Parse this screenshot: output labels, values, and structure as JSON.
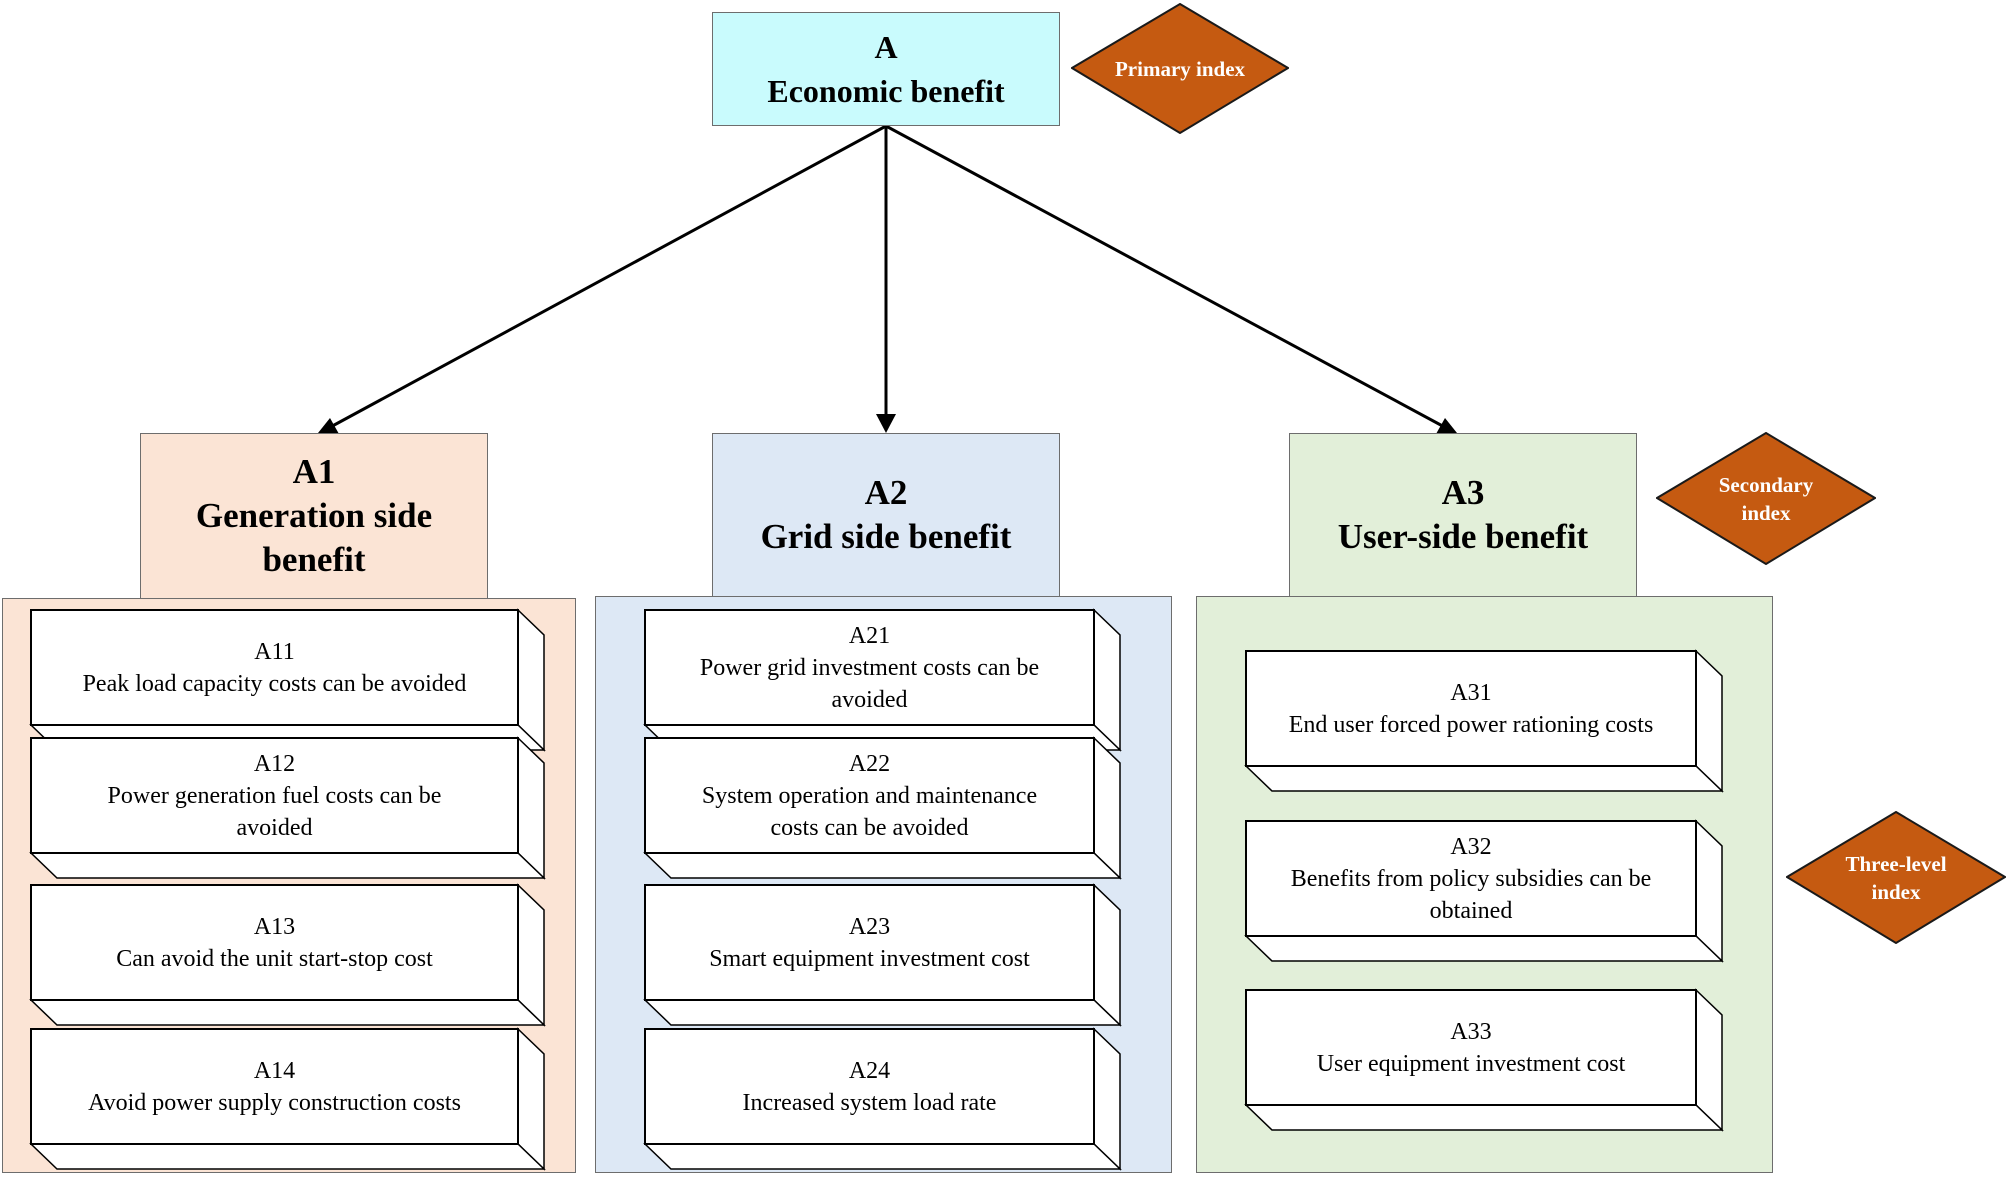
{
  "root": {
    "code": "A",
    "title": "Economic benefit"
  },
  "branches": [
    {
      "code": "A1",
      "title_lines": [
        "Generation side",
        "benefit"
      ],
      "color": "#fbe4d5",
      "items": [
        {
          "code": "A11",
          "lines": [
            "Peak load capacity costs can be avoided"
          ]
        },
        {
          "code": "A12",
          "lines": [
            "Power generation fuel costs can be",
            "avoided"
          ]
        },
        {
          "code": "A13",
          "lines": [
            "Can avoid the unit start-stop cost"
          ]
        },
        {
          "code": "A14",
          "lines": [
            "Avoid power supply construction costs"
          ]
        }
      ]
    },
    {
      "code": "A2",
      "title_lines": [
        "Grid side benefit"
      ],
      "color": "#dde8f5",
      "items": [
        {
          "code": "A21",
          "lines": [
            "Power grid investment costs can be",
            "avoided"
          ]
        },
        {
          "code": "A22",
          "lines": [
            "System operation and maintenance",
            "costs can be avoided"
          ]
        },
        {
          "code": "A23",
          "lines": [
            "Smart equipment investment cost"
          ]
        },
        {
          "code": "A24",
          "lines": [
            "Increased system load rate"
          ]
        }
      ]
    },
    {
      "code": "A3",
      "title_lines": [
        "User-side benefit"
      ],
      "color": "#e2efd9",
      "items": [
        {
          "code": "A31",
          "lines": [
            "End user forced power rationing costs"
          ]
        },
        {
          "code": "A32",
          "lines": [
            "Benefits from policy subsidies can be",
            "obtained"
          ]
        },
        {
          "code": "A33",
          "lines": [
            "User equipment investment cost"
          ]
        }
      ]
    }
  ],
  "legend": {
    "primary": [
      "Primary index"
    ],
    "secondary": [
      "Secondary",
      "index"
    ],
    "tertiary": [
      "Three-level",
      "index"
    ]
  },
  "colors": {
    "root_fill": "#c9fbfd",
    "diamond_fill": "#c55a11",
    "border": "#6d6d6d"
  }
}
